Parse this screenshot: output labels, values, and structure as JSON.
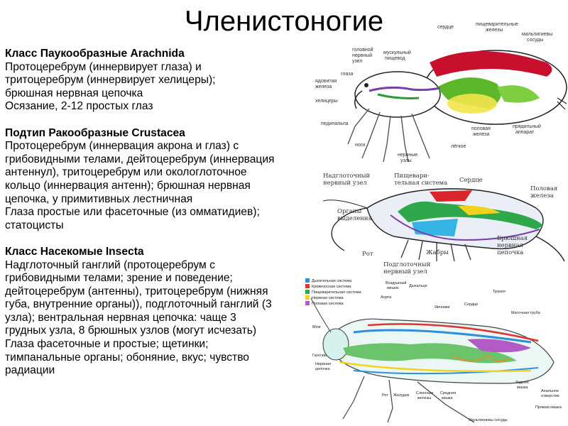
{
  "title": "Членистоногие",
  "sections": [
    {
      "heading": "Класс Паукообразные Arachnida",
      "lines": [
        "Протоцеребрум (иннервирует глаза) и",
        "тритоцеребрум (иннервирует хелицеры);",
        "брюшная нервная цепочка",
        "Осязание, 2-12 простых глаз"
      ]
    },
    {
      "heading": "Подтип Ракообразные Crustacea",
      "lines": [
        "Протоцеребрум (иннервация акрона и глаз) с",
        "грибовидными телами, дейтоцеребрум (иннервация",
        "антеннул), тритоцеребрум или окологлоточное",
        "кольцо (иннервация антенн); брюшная нервная",
        "цепочка, у примитивных лестничная",
        "Глаза простые или фасеточные (из омматидиев);",
        "статоцисты"
      ]
    },
    {
      "heading": "Класс Насекомые Insecta",
      "lines": [
        "Надглоточный ганглий (протоцеребрум с",
        "грибовидными телами; зрение и поведение;",
        "дейтоцеребрум (антенны), тритоцеребрум (нижняя",
        "губа, внутренние органы)), подглоточный ганглий (3",
        "узла); вентральная нервная цепочка: чаще 3",
        "грудных узла, 8 брюшных узлов (могут исчезать)",
        "Глаза фасеточные и простые; щетинки;",
        "тимпанальные органы; обоняние, вкус; чувство",
        "радиации"
      ]
    }
  ],
  "spider_labels": {
    "heart": "сердце",
    "digestive_glands_1": "пищеварительные",
    "digestive_glands_2": "железы",
    "malpighian_1": "мальпигиевы",
    "malpighian_2": "сосуды",
    "head_ganglion_1": "головной",
    "head_ganglion_2": "нервный",
    "head_ganglion_3": "узел",
    "muscular_pharynx_1": "мускульный",
    "muscular_pharynx_2": "пищевод",
    "eyes": "глаза",
    "venom_gland_1": "ядовитая",
    "venom_gland_2": "железа",
    "chelicerae": "хелицеры",
    "pedipalp": "педипальпа",
    "legs": "ноги",
    "nerve_ganglia_1": "нервные",
    "nerve_ganglia_2": "узлы",
    "lung": "лёгкое",
    "sex_gland_1": "половая",
    "sex_gland_2": "железа",
    "spinning_1": "прядильный",
    "spinning_2": "аппарат"
  },
  "crayfish_labels": {
    "supra_1": "Надглоточный",
    "supra_2": "нервный узел",
    "digest_1": "Пищевари-",
    "digest_2": "тельная система",
    "heart": "Сердце",
    "sex_1": "Половая",
    "sex_2": "железа",
    "excr_1": "Органы",
    "excr_2": "выделения",
    "mouth": "Рот",
    "gills": "Жабры",
    "ventral_1": "Брюшная",
    "ventral_2": "нервная",
    "ventral_3": "цепочка",
    "sub_1": "Подглоточный",
    "sub_2": "нервный узел"
  },
  "insect_labels": {
    "legend": [
      {
        "label": "Дыхательная система",
        "color": "#2f8fd8"
      },
      {
        "label": "Кровеносная система",
        "color": "#e0342f"
      },
      {
        "label": "Пищеварительная система",
        "color": "#2ea84b"
      },
      {
        "label": "Нервная система",
        "color": "#f2d21a"
      },
      {
        "label": "Половая система",
        "color": "#b25bc7"
      }
    ],
    "air_sac_1": "Воздушный",
    "air_sac_2": "мешок",
    "spiracle": "Дыхальце",
    "trachea": "Трахея",
    "aorta": "Аорта",
    "ovary": "Яичники",
    "heart": "Сердце",
    "uterine_tube": "Маточная труба",
    "brain": "Мозг",
    "ganglia": "Ганглии",
    "nerve_1": "Нервная",
    "nerve_2": "цепочка",
    "mouth": "Рот",
    "stomach": "Желудок",
    "salivary_1": "Слюнные",
    "salivary_2": "железы",
    "midgut_1": "Средняя",
    "midgut_2": "кишка",
    "hindgut_1": "Задняя",
    "hindgut_2": "кишка",
    "anal_1": "Анальное",
    "anal_2": "отверстие",
    "rectum": "Прямая кишка",
    "malpighian": "Мальпигиевы сосуды"
  }
}
